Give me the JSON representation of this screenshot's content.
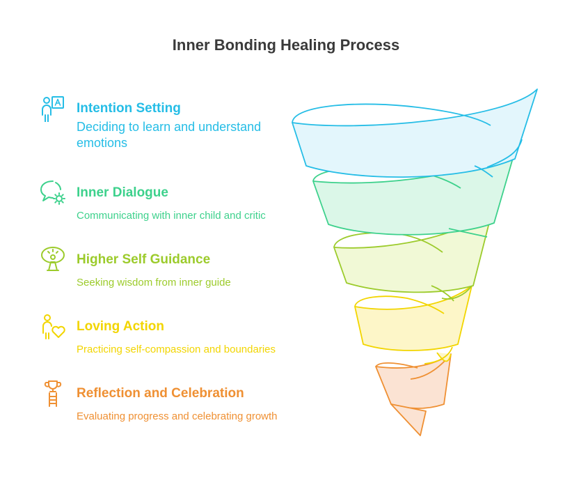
{
  "title": "Inner Bonding Healing Process",
  "steps": [
    {
      "heading": "Intention Setting",
      "description": "Deciding to learn and understand emotions",
      "color": "#25bde6",
      "icon": "person-presentation-icon"
    },
    {
      "heading": "Inner Dialogue",
      "description": "Communicating with inner child and critic",
      "color": "#3dd18c",
      "icon": "speech-bubble-gear-icon"
    },
    {
      "heading": "Higher Self Guidance",
      "description": "Seeking wisdom from inner guide",
      "color": "#9ccb2b",
      "icon": "meditating-person-icon"
    },
    {
      "heading": "Loving Action",
      "description": "Practicing self-compassion and boundaries",
      "color": "#f2d500",
      "icon": "person-heart-icon"
    },
    {
      "heading": "Reflection and Celebration",
      "description": "Evaluating progress and celebrating growth",
      "color": "#ef9033",
      "icon": "trophy-ladder-icon"
    }
  ]
}
